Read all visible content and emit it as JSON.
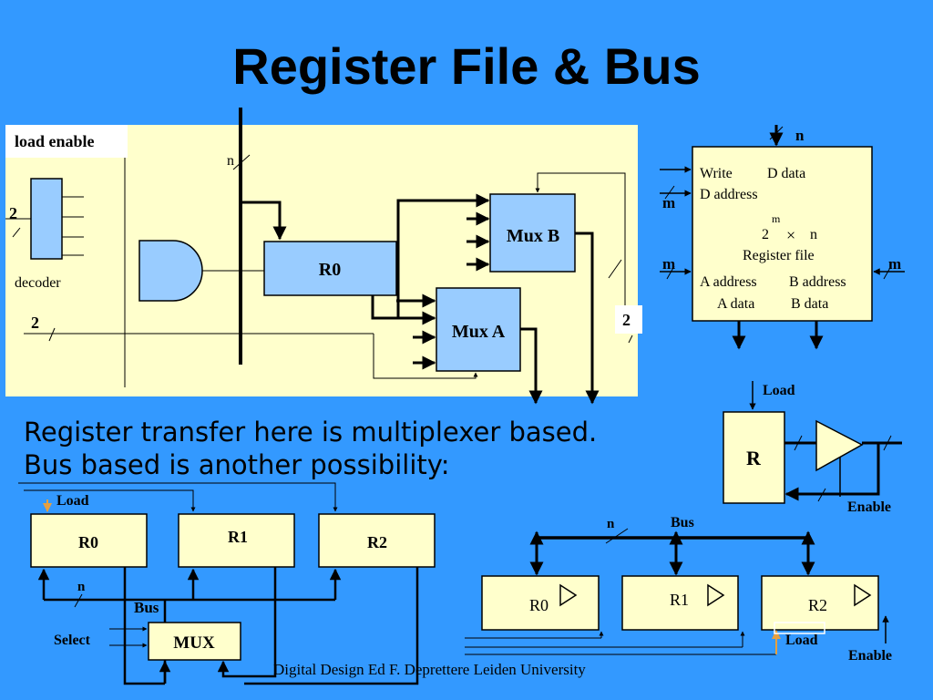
{
  "slide": {
    "title": "Register File & Bus",
    "subtitle_line1": "Register transfer here is multiplexer based.",
    "subtitle_line2": "Bus based is another possibility:",
    "footer": "Digital Design Ed F. Deprettere  Leiden University"
  },
  "mux_diagram": {
    "load_enable": "load enable",
    "decoder": "decoder",
    "decoder_in_width": "2",
    "select_width_a": "2",
    "select_width_b": "2",
    "bus_width": "n",
    "r0": "R0",
    "mux_a": "Mux A",
    "mux_b": "Mux B"
  },
  "register_file": {
    "top_width": "n",
    "write": "Write",
    "d_data": "D data",
    "d_address": "D address",
    "m_left": "m",
    "size_base": "2",
    "size_exp": "m",
    "times": "×",
    "size_n": "n",
    "label": "Register file",
    "m_a": "m",
    "m_b": "m",
    "a_address": "A address",
    "b_address": "B address",
    "a_data": "A data",
    "b_data": "B data"
  },
  "tristate_register": {
    "load": "Load",
    "r": "R",
    "enable": "Enable"
  },
  "mux_bus": {
    "load": "Load",
    "r0": "R0",
    "r1": "R1",
    "r2": "R2",
    "n": "n",
    "bus": "Bus",
    "select": "Select",
    "mux": "MUX"
  },
  "tristate_bus": {
    "n": "n",
    "bus": "Bus",
    "r0": "R0",
    "r1": "R1",
    "r2": "R2",
    "load": "Load",
    "enable": "Enable"
  }
}
